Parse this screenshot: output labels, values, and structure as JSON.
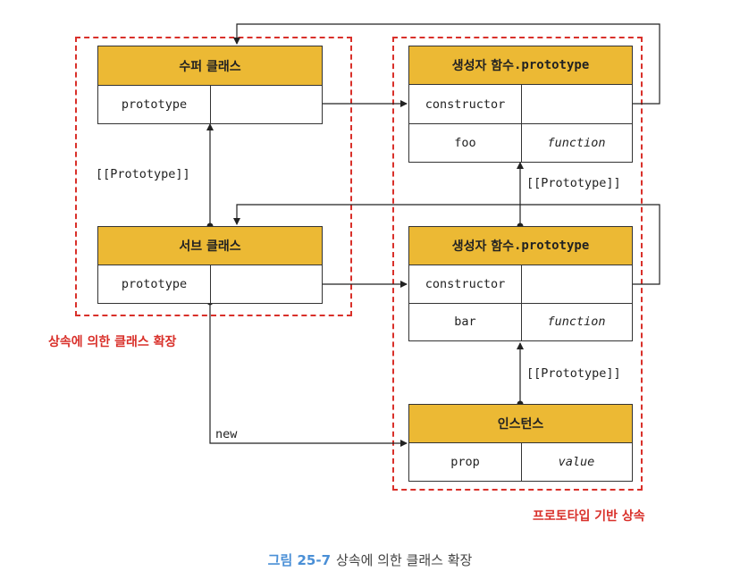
{
  "nodes": {
    "super_class": {
      "title": "수퍼 클래스",
      "row1_left": "prototype",
      "row1_right": ""
    },
    "sub_class": {
      "title": "서브 클래스",
      "row1_left": "prototype",
      "row1_right": ""
    },
    "ctor_proto_top": {
      "title_kr": "생성자 함수",
      "title_mono": ".prototype",
      "row1_left": "constructor",
      "row2_left": "foo",
      "row2_right": "function"
    },
    "ctor_proto_mid": {
      "title_kr": "생성자 함수",
      "title_mono": ".prototype",
      "row1_left": "constructor",
      "row2_left": "bar",
      "row2_right": "function"
    },
    "instance": {
      "title": "인스턴스",
      "row1_left": "prop",
      "row1_right": "value"
    }
  },
  "edge_labels": {
    "left_proto": "[[Prototype]]",
    "right_proto_top": "[[Prototype]]",
    "right_proto_bottom": "[[Prototype]]",
    "new": "new"
  },
  "groups": {
    "class_extension": "상속에 의한 클래스 확장",
    "prototype_inheritance": "프로토타입 기반 상속"
  },
  "caption": {
    "number": "그림 25-7",
    "text": "상속에 의한 클래스 확장"
  },
  "colors": {
    "header_fill": "#ecb934",
    "group_border": "#d9302a",
    "caption_number": "#4a8fd6"
  }
}
